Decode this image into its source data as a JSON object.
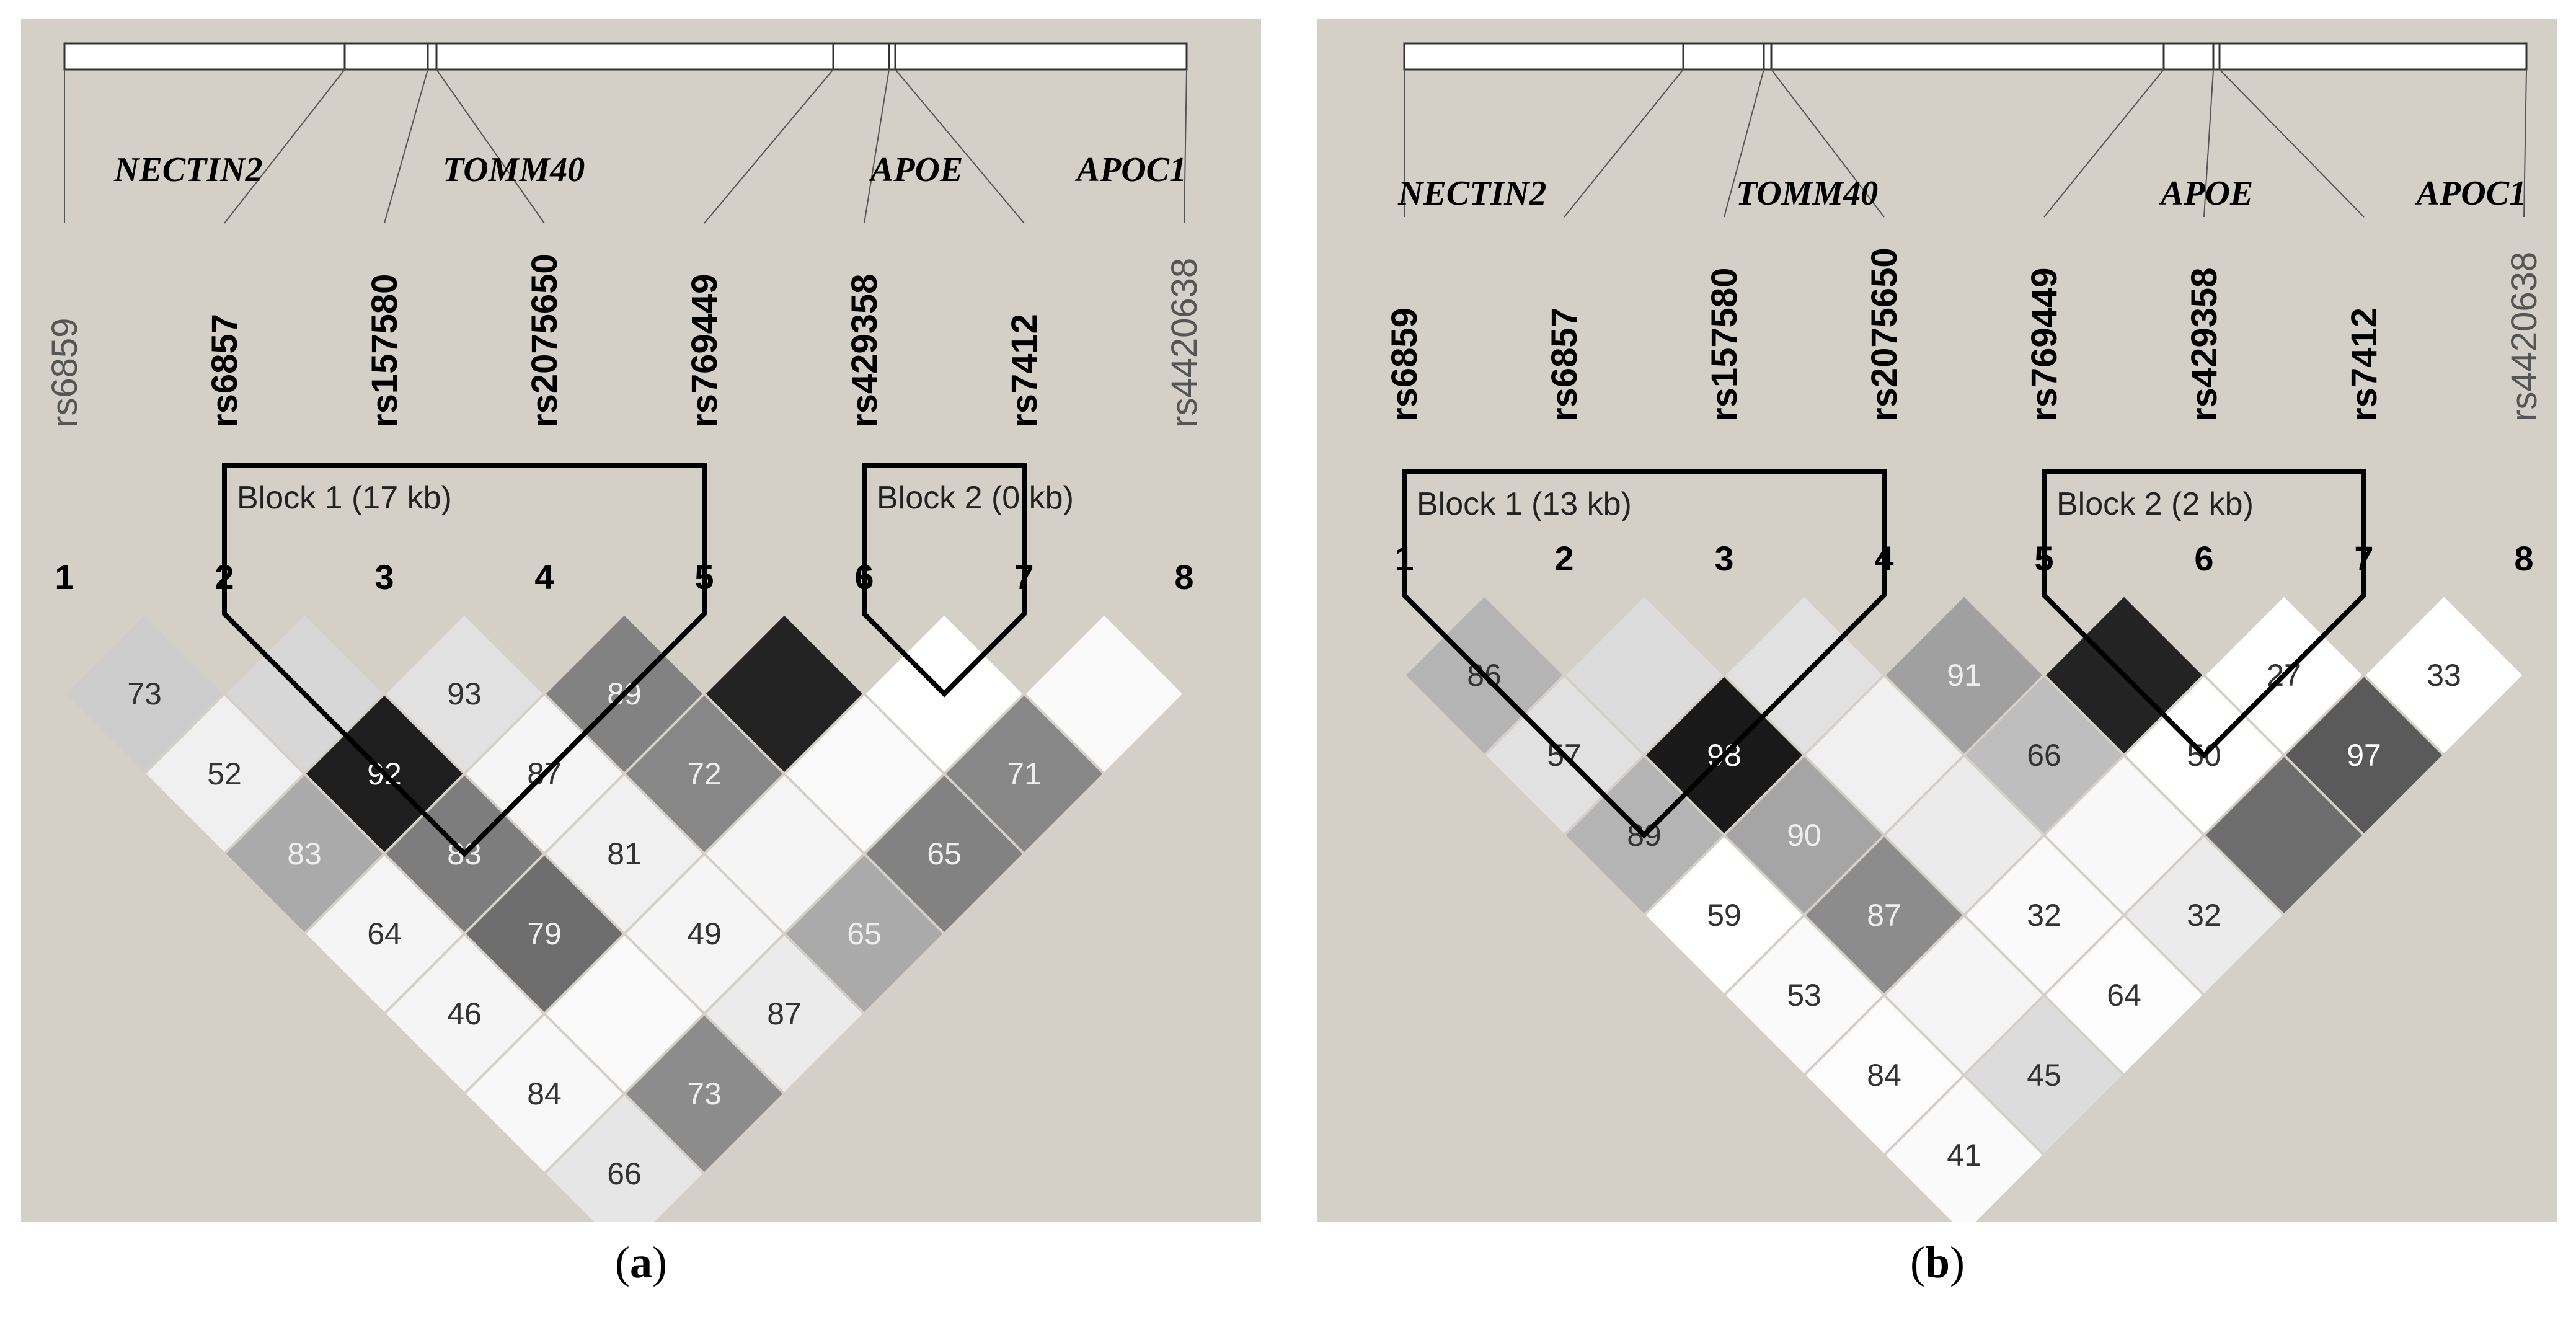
{
  "panels": [
    {
      "id": "a",
      "caption_letter": "a",
      "genes": [
        "NECTIN2",
        "TOMM40",
        "APOE",
        "APOC1"
      ],
      "snps": [
        "rs6859",
        "rs6857",
        "rs157580",
        "rs2075650",
        "rs769449",
        "rs429358",
        "rs7412",
        "rs4420638"
      ],
      "snp_bold": [
        false,
        true,
        true,
        true,
        true,
        true,
        true,
        false
      ],
      "indices": [
        "1",
        "2",
        "3",
        "4",
        "5",
        "6",
        "7",
        "8"
      ],
      "blocks": [
        {
          "label": "Block 1 (17 kb)",
          "start": 2,
          "end": 5
        },
        {
          "label": "Block 2 (0 kb)",
          "start": 6,
          "end": 7
        }
      ],
      "cells": [
        {
          "i": 1,
          "j": 2,
          "label": "73",
          "shade": 205
        },
        {
          "i": 2,
          "j": 3,
          "label": "",
          "shade": 215
        },
        {
          "i": 3,
          "j": 4,
          "label": "93",
          "shade": 225
        },
        {
          "i": 4,
          "j": 5,
          "label": "89",
          "shade": 130
        },
        {
          "i": 5,
          "j": 6,
          "label": "",
          "shade": 35
        },
        {
          "i": 6,
          "j": 7,
          "label": "",
          "shade": 255
        },
        {
          "i": 7,
          "j": 8,
          "label": "",
          "shade": 250
        },
        {
          "i": 1,
          "j": 3,
          "label": "52",
          "shade": 240
        },
        {
          "i": 2,
          "j": 4,
          "label": "92",
          "shade": 30
        },
        {
          "i": 3,
          "j": 5,
          "label": "87",
          "shade": 245
        },
        {
          "i": 4,
          "j": 6,
          "label": "72",
          "shade": 135
        },
        {
          "i": 5,
          "j": 7,
          "label": "",
          "shade": 250
        },
        {
          "i": 6,
          "j": 8,
          "label": "71",
          "shade": 135
        },
        {
          "i": 1,
          "j": 4,
          "label": "83",
          "shade": 170
        },
        {
          "i": 2,
          "j": 5,
          "label": "83",
          "shade": 125
        },
        {
          "i": 3,
          "j": 6,
          "label": "81",
          "shade": 240
        },
        {
          "i": 4,
          "j": 7,
          "label": "",
          "shade": 245
        },
        {
          "i": 5,
          "j": 8,
          "label": "65",
          "shade": 130
        },
        {
          "i": 1,
          "j": 5,
          "label": "64",
          "shade": 245
        },
        {
          "i": 2,
          "j": 6,
          "label": "79",
          "shade": 110
        },
        {
          "i": 3,
          "j": 7,
          "label": "49",
          "shade": 245
        },
        {
          "i": 4,
          "j": 8,
          "label": "65",
          "shade": 170
        },
        {
          "i": 1,
          "j": 6,
          "label": "46",
          "shade": 245
        },
        {
          "i": 2,
          "j": 7,
          "label": "",
          "shade": 250
        },
        {
          "i": 3,
          "j": 8,
          "label": "87",
          "shade": 235
        },
        {
          "i": 1,
          "j": 7,
          "label": "84",
          "shade": 248
        },
        {
          "i": 2,
          "j": 8,
          "label": "73",
          "shade": 140
        },
        {
          "i": 1,
          "j": 8,
          "label": "66",
          "shade": 230
        }
      ]
    },
    {
      "id": "b",
      "caption_letter": "b",
      "genes": [
        "NECTIN2",
        "TOMM40",
        "APOE",
        "APOC1"
      ],
      "snps": [
        "rs6859",
        "rs6857",
        "rs157580",
        "rs2075650",
        "rs769449",
        "rs429358",
        "rs7412",
        "rs4420638"
      ],
      "snp_bold": [
        true,
        true,
        true,
        true,
        true,
        true,
        true,
        false
      ],
      "indices": [
        "1",
        "2",
        "3",
        "4",
        "5",
        "6",
        "7",
        "8"
      ],
      "blocks": [
        {
          "label": "Block 1 (13 kb)",
          "start": 1,
          "end": 4
        },
        {
          "label": "Block 2 (2 kb)",
          "start": 5,
          "end": 7
        }
      ],
      "cells": [
        {
          "i": 1,
          "j": 2,
          "label": "86",
          "shade": 180
        },
        {
          "i": 2,
          "j": 3,
          "label": "",
          "shade": 220
        },
        {
          "i": 3,
          "j": 4,
          "label": "",
          "shade": 225
        },
        {
          "i": 4,
          "j": 5,
          "label": "91",
          "shade": 160
        },
        {
          "i": 5,
          "j": 6,
          "label": "",
          "shade": 35
        },
        {
          "i": 6,
          "j": 7,
          "label": "27",
          "shade": 255
        },
        {
          "i": 7,
          "j": 8,
          "label": "33",
          "shade": 255
        },
        {
          "i": 1,
          "j": 3,
          "label": "57",
          "shade": 225
        },
        {
          "i": 2,
          "j": 4,
          "label": "98",
          "shade": 25
        },
        {
          "i": 3,
          "j": 5,
          "label": "",
          "shade": 240
        },
        {
          "i": 4,
          "j": 6,
          "label": "66",
          "shade": 190
        },
        {
          "i": 5,
          "j": 7,
          "label": "50",
          "shade": 255
        },
        {
          "i": 6,
          "j": 8,
          "label": "97",
          "shade": 90
        },
        {
          "i": 1,
          "j": 4,
          "label": "89",
          "shade": 180
        },
        {
          "i": 2,
          "j": 5,
          "label": "90",
          "shade": 165
        },
        {
          "i": 3,
          "j": 6,
          "label": "",
          "shade": 235
        },
        {
          "i": 4,
          "j": 7,
          "label": "",
          "shade": 248
        },
        {
          "i": 5,
          "j": 8,
          "label": "",
          "shade": 110
        },
        {
          "i": 1,
          "j": 5,
          "label": "59",
          "shade": 255
        },
        {
          "i": 2,
          "j": 6,
          "label": "87",
          "shade": 140
        },
        {
          "i": 3,
          "j": 7,
          "label": "32",
          "shade": 250
        },
        {
          "i": 4,
          "j": 8,
          "label": "32",
          "shade": 235
        },
        {
          "i": 1,
          "j": 6,
          "label": "53",
          "shade": 250
        },
        {
          "i": 2,
          "j": 7,
          "label": "",
          "shade": 245
        },
        {
          "i": 3,
          "j": 8,
          "label": "64",
          "shade": 252
        },
        {
          "i": 1,
          "j": 7,
          "label": "84",
          "shade": 252
        },
        {
          "i": 2,
          "j": 8,
          "label": "45",
          "shade": 220
        },
        {
          "i": 1,
          "j": 8,
          "label": "41",
          "shade": 250
        }
      ]
    }
  ]
}
